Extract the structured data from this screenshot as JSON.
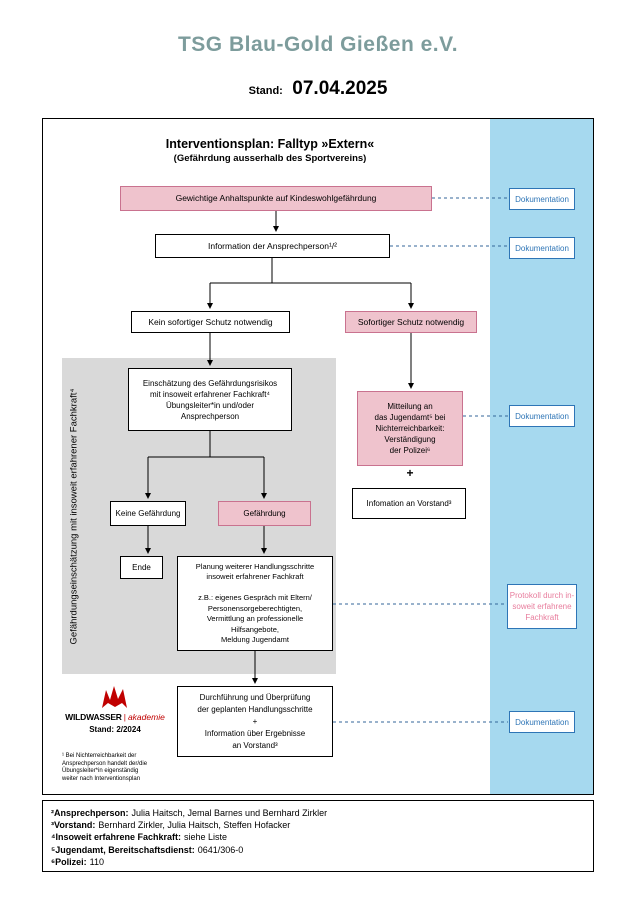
{
  "header": {
    "title": "TSG Blau-Gold Gießen e.V.",
    "stand_label": "Stand:",
    "stand_date": "07.04.2025"
  },
  "chart": {
    "title": "Interventionsplan: Falltyp »Extern«",
    "subtitle": "(Gefährdung ausserhalb des Sportvereins)",
    "vertical_label": "Gefährdungseinschätzung mit insoweit erfahrener Fachkraft⁴",
    "anhaltspunkte": "Gewichtige Anhaltspunkte auf Kindeswohlgefährdung",
    "information": "Information der Ansprechperson¹/²",
    "kein_schutz": "Kein sofortiger Schutz notwendig",
    "sofortiger_schutz": "Sofortiger Schutz notwendig",
    "einschaetzung": "Einschätzung des Gefährdungsrisikos\nmit insoweit erfahrener Fachkraft⁴\nÜbungsleiter*in und/oder\nAnsprechperson",
    "keine_gefaehrdung": "Keine Gefährdung",
    "gefaehrdung": "Gefährdung",
    "ende": "Ende",
    "planung": "Planung weiterer Handlungsschritte\ninsoweit erfahrener Fachkraft\n\nz.B.: eigenes Gespräch mit Eltern/\nPersonensorgeberechtigten,\nVermittlung an professionelle\nHilfsangebote,\nMeldung Jugendamt",
    "mitteilung": "Mitteilung an\ndas Jugendamt⁵ bei\nNichterreichbarkeit:\nVerständigung\nder Polizei⁶",
    "plus": "+",
    "info_vorstand": "Infomation an Vorstand³",
    "durchfuehrung": "Durchführung und Überprüfung\nder geplanten Handlungsschritte\n+\nInformation über Ergebnisse\nan Vorstand³",
    "dokumentation": "Dokumentation",
    "protokoll": "Protokoll durch in-\nsoweit erfahrene\nFachkraft"
  },
  "logo": {
    "name": "WILDWASSER",
    "divider": "|",
    "sub": "akademie",
    "stand": "Stand: 2/2024",
    "footnote": "¹ Bei Nichterreichbarkeit der\nAnsprechperson handelt der/die\nÜbungsleiter*in eigenständig\nweiter nach Interventionsplan"
  },
  "footnotes": [
    {
      "label": "²Ansprechperson:",
      "value": "Julia Haitsch, Jemal Barnes und Bernhard Zirkler"
    },
    {
      "label": "³Vorstand:",
      "value": "Bernhard Zirkler, Julia Haitsch, Steffen Hofacker"
    },
    {
      "label": "⁴Insoweit erfahrene Fachkraft:",
      "value": "siehe Liste"
    },
    {
      "label": "⁵Jugendamt, Bereitschaftsdienst:",
      "value": "0641/306-0"
    },
    {
      "label": "⁶Polizei:",
      "value": "110"
    }
  ],
  "colors": {
    "title_teal": "#7d9c9c",
    "pink_fill": "#efc3cd",
    "pink_border": "#c9728f",
    "blue_band": "#a6d9ef",
    "doc_blue": "#2e75b6",
    "protokoll_pink": "#e87d9d",
    "gray_region": "#d9d9d9",
    "logo_red": "#c00000"
  }
}
